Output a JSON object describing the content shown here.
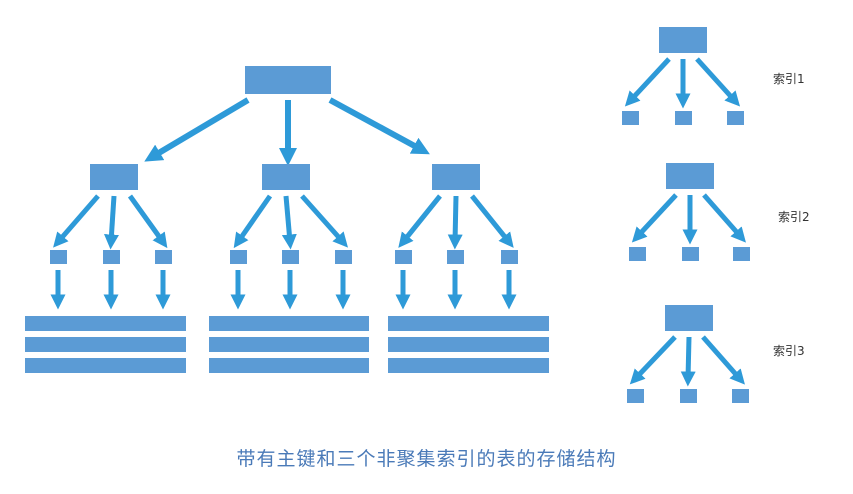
{
  "colors": {
    "node": "#5b9bd5",
    "arrow": "#2e9ad8",
    "caption": "#4a7ab8"
  },
  "primary_tree": {
    "levels": 4,
    "branching": 3,
    "leaf": "data-row-stack"
  },
  "secondary_indexes": [
    {
      "label": "索引1"
    },
    {
      "label": "索引2"
    },
    {
      "label": "索引3"
    }
  ],
  "caption": "带有主键和三个非聚集索引的表的存储结构"
}
